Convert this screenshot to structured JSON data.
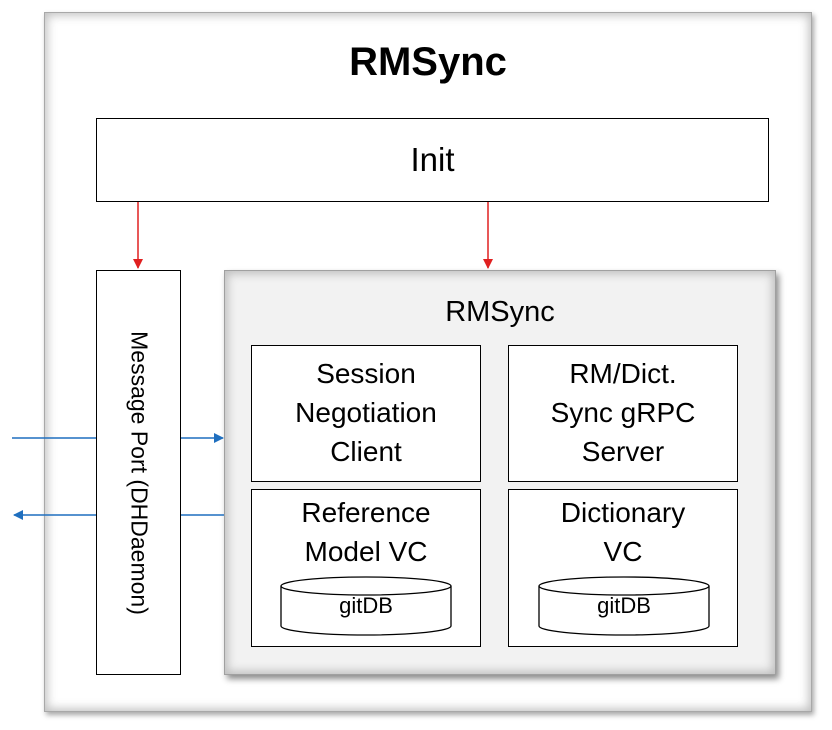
{
  "diagram": {
    "title": "RMSync",
    "init": "Init",
    "message_port": "Message Port (DHDaemon)",
    "inner": {
      "title": "RMSync",
      "session_client": "Session\nNegotiation\nClient",
      "grpc_server": "RM/Dict.\nSync gRPC\nServer",
      "reference_vc": "Reference\nModel VC",
      "dictionary_vc": "Dictionary\nVC",
      "reference_db": "gitDB",
      "dictionary_db": "gitDB"
    }
  },
  "colors": {
    "init_arrows": "#e02020",
    "port_arrows": "#1f6fbf"
  }
}
